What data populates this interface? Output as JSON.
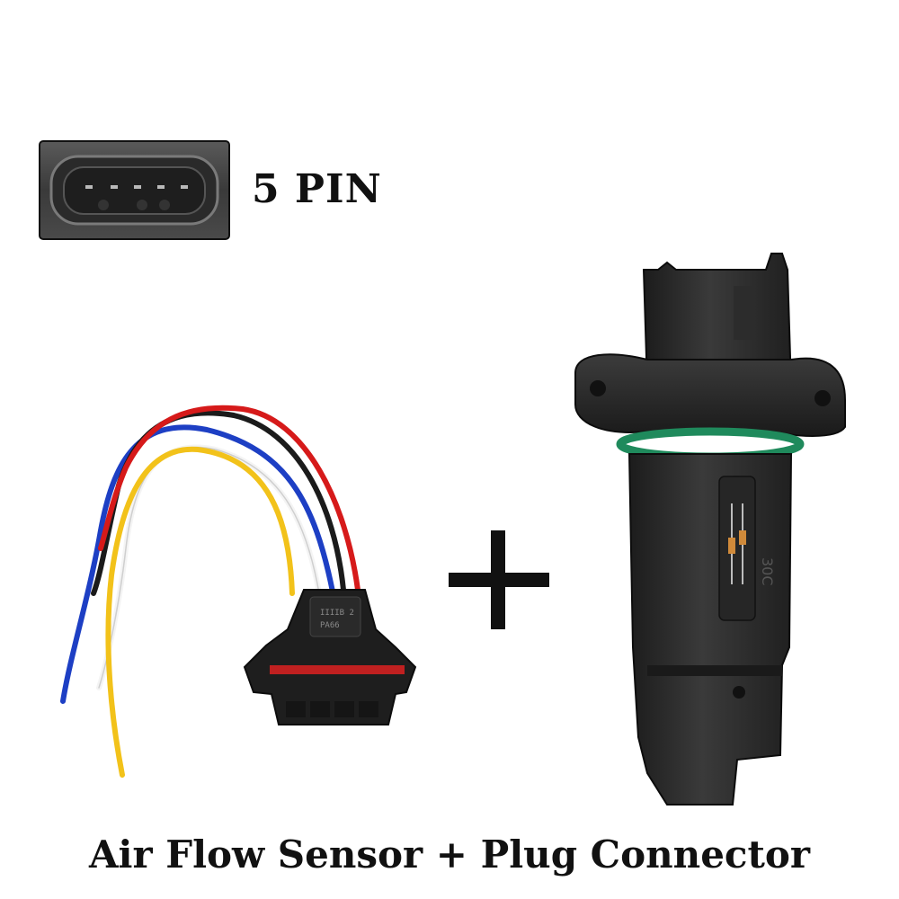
{
  "pin_badge": {
    "label": "5 PIN"
  },
  "plus_sign": "+",
  "caption": "Air Flow Sensor + Plug Connector",
  "connector_markings": [
    "IIIIB 2",
    "PA66"
  ],
  "sensor_marking": "30C",
  "wire_colors": {
    "blue": "#1d3fc4",
    "white": "#f4f4f4",
    "yellow": "#f2c21a",
    "black": "#1b1b1b",
    "red": "#d61a1a"
  },
  "icons": [
    "plus-icon"
  ]
}
